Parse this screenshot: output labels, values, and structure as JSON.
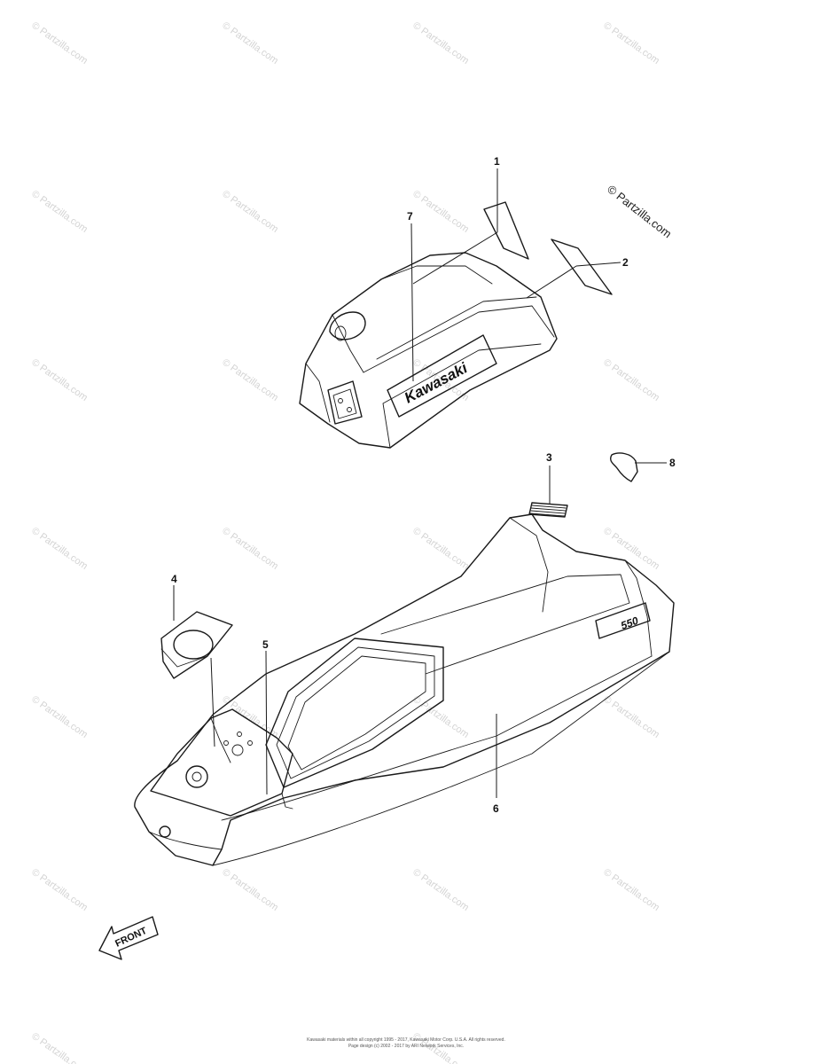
{
  "copyright_mark": "© Partzilla.com",
  "watermark_text": "© Partzilla.com",
  "callouts": [
    "1",
    "2",
    "3",
    "4",
    "5",
    "6",
    "7",
    "8"
  ],
  "decals": {
    "engine_hood": "Kawasaki",
    "hull": "550",
    "front_arrow": "FRONT"
  },
  "footer": {
    "line1": "Kawasaki materials within all copyright 1995 - 2017, Kawasaki Motor Corp. U.S.A. All rights reserved.",
    "line2": "Page design (c) 2002 - 2017 by ARI Network Services, Inc."
  },
  "colors": {
    "ink": "#1a1a1a",
    "watermark": "#d4d4d4",
    "background": "#ffffff"
  }
}
